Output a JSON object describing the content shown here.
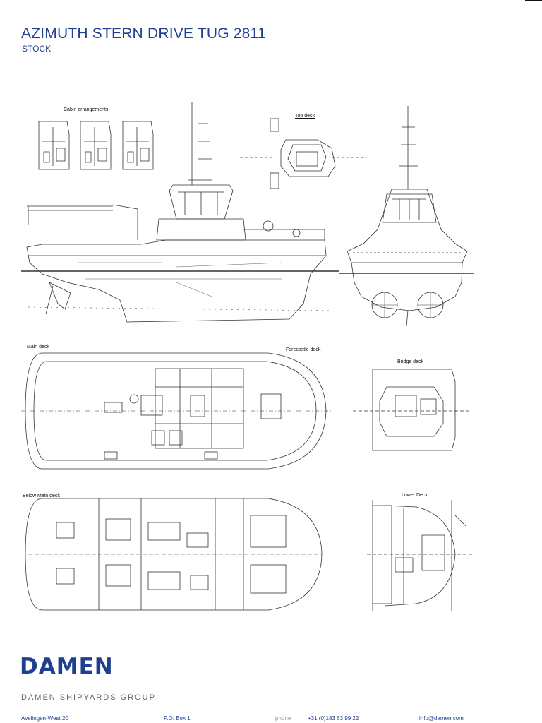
{
  "header": {
    "title": "AZIMUTH STERN DRIVE TUG 2811",
    "subtitle": "STOCK"
  },
  "labels": {
    "cabin": "Cabin arrangements",
    "top_deck": "Top deck",
    "main_deck": "Main deck",
    "forecastle_deck": "Forecastle deck",
    "bridge_deck": "Bridge deck",
    "below_main_deck": "Below Main deck",
    "lower_deck": "Lower Deck"
  },
  "footer": {
    "logo": "DAMEN",
    "group": "DAMEN SHIPYARDS GROUP",
    "address": "Avelingen-West 20",
    "po_box": "P.O. Box 1",
    "phone_label": "phone",
    "phone": "+31 (0)183 63 99 22",
    "email": "info@damen.com"
  }
}
